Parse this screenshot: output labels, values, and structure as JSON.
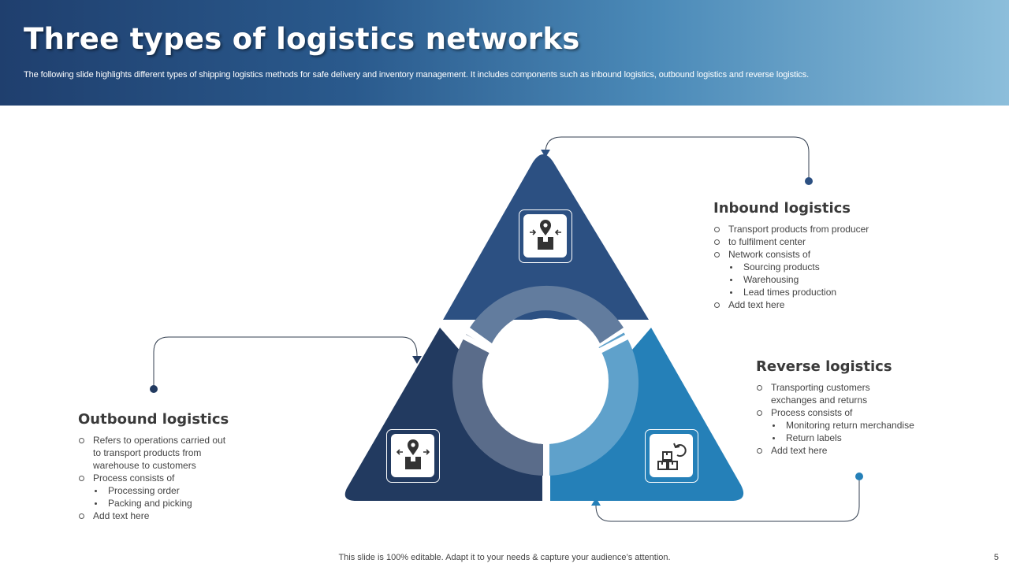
{
  "header": {
    "title": "Three types of logistics networks",
    "subtitle": "The following slide highlights different types of shipping logistics methods for safe delivery  and inventory management. It includes components such as inbound logistics, outbound logistics and reverse logistics."
  },
  "colors": {
    "top_segment": "#2c5082",
    "left_segment": "#223a60",
    "right_segment": "#2580b8",
    "ring_top": "#627c9e",
    "ring_left": "#5a6c8a",
    "ring_right": "#5fa1cb",
    "connector_line": "#333f50"
  },
  "sections": {
    "inbound": {
      "title": "Inbound logistics",
      "icon": "location-pin-box-inward-arrows-icon",
      "items": [
        {
          "text": "Transport products from producer",
          "level": 1
        },
        {
          "text": "to fulfilment center",
          "level": 1
        },
        {
          "text": "Network consists of",
          "level": 1
        },
        {
          "text": "Sourcing products",
          "level": 2
        },
        {
          "text": "Warehousing",
          "level": 2
        },
        {
          "text": "Lead times production",
          "level": 2
        },
        {
          "text": "Add text here",
          "level": 1
        }
      ]
    },
    "reverse": {
      "title": "Reverse logistics",
      "icon": "boxes-return-arrow-icon",
      "items": [
        {
          "text": "Transporting customers",
          "level": 1
        },
        {
          "text": "exchanges and returns",
          "level": 0
        },
        {
          "text": "Process consists of",
          "level": 1
        },
        {
          "text": "Monitoring return merchandise",
          "level": 2
        },
        {
          "text": "Return labels",
          "level": 2
        },
        {
          "text": "Add text here",
          "level": 1
        }
      ]
    },
    "outbound": {
      "title": "Outbound logistics",
      "icon": "location-pin-box-outward-arrows-icon",
      "items": [
        {
          "text": "Refers to operations carried out",
          "level": 1
        },
        {
          "text": "to transport products from",
          "level": 0
        },
        {
          "text": "warehouse to customers",
          "level": 0
        },
        {
          "text": "Process consists of",
          "level": 1
        },
        {
          "text": "Processing order",
          "level": 2
        },
        {
          "text": "Packing and picking",
          "level": 2
        },
        {
          "text": "Add text here",
          "level": 1
        }
      ]
    }
  },
  "footer": {
    "note": "This slide is 100% editable. Adapt it to your needs & capture your audience’s attention.",
    "page_number": "5"
  }
}
